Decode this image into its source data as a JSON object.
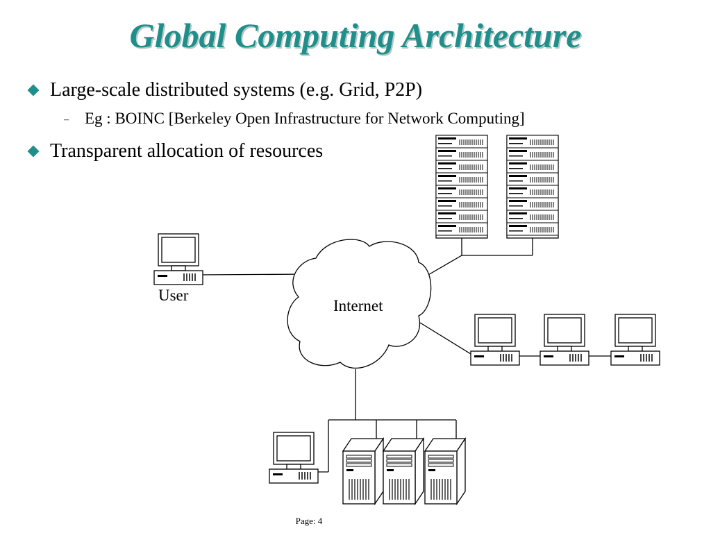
{
  "title": "Global Computing Architecture",
  "bullets": [
    {
      "text": "Large-scale distributed systems (e.g. Grid, P2P)"
    },
    {
      "text": "Transparent allocation of resources"
    }
  ],
  "sub_bullets": [
    {
      "marker": "–",
      "text": "Eg : BOINC [Berkeley Open Infrastructure for Network Computing]"
    }
  ],
  "diagram": {
    "user_label": "User",
    "internet_label": "Internet"
  },
  "footer": {
    "page": "Page: 4"
  },
  "colors": {
    "accent": "#1f8f8c",
    "title_shadow": "#b9c6c6"
  }
}
